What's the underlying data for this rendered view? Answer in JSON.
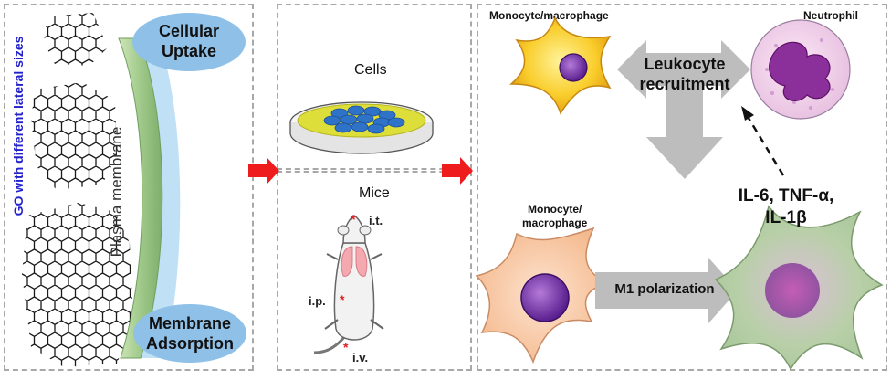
{
  "left_panel": {
    "side_label": "GO with different lateral sizes",
    "membrane_label": "Plasma membrane",
    "uptake": "Cellular Uptake",
    "uptake_l1": "Cellular",
    "uptake_l2": "Uptake",
    "adsorption": "Membrane Adsorption",
    "adsorption_l1": "Membrane",
    "adsorption_l2": "Adsorption"
  },
  "middle_panel": {
    "cells_label": "Cells",
    "mice_label": "Mice",
    "routes": [
      "i.t.",
      "i.p.",
      "i.v."
    ]
  },
  "right_panel": {
    "monocyte_top": "Monocyte/macrophage",
    "neutrophil": "Neutrophil",
    "recruitment": "Leukocyte recruitment",
    "recruitment_l1": "Leukocyte",
    "recruitment_l2": "recruitment",
    "cytokines": "IL-6, TNF-α, IL-1β",
    "cytokines_l1": "IL-6, TNF-α,",
    "cytokines_l2": "IL-1β",
    "monocyte_bottom": "Monocyte/ macrophage",
    "monocyte_bottom_l1": "Monocyte/",
    "monocyte_bottom_l2": "macrophage",
    "polarization": "M1 polarization"
  },
  "colors": {
    "panel_border": "#a8a8a8",
    "red_arrow": "#ee1c1c",
    "ellipse_blue": "#8fc1e8",
    "membrane_green": "#9fc98a",
    "label_blue": "#2222cc",
    "gray_arrow": "#bdbdbd"
  }
}
